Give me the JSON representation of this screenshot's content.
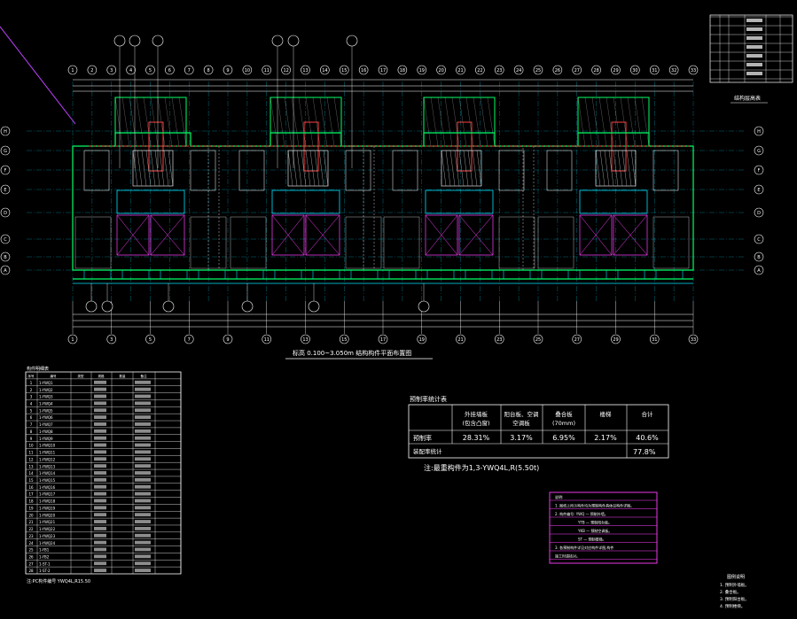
{
  "plan": {
    "caption": "标高 0.100~3.050m 结构构件平面布置图",
    "axis_labels_top": [
      "1",
      "2",
      "3",
      "4",
      "5",
      "6",
      "7",
      "8",
      "9",
      "10",
      "11",
      "12",
      "13",
      "14",
      "15",
      "16",
      "17",
      "18",
      "19",
      "20",
      "21",
      "22",
      "23",
      "24",
      "25",
      "26",
      "27",
      "28",
      "29",
      "30",
      "31",
      "32",
      "33"
    ],
    "axis_labels_bottom": [
      "1",
      "3",
      "5",
      "7",
      "9",
      "11",
      "13",
      "15",
      "17",
      "19",
      "21",
      "23",
      "25",
      "27",
      "29",
      "31",
      "33"
    ],
    "axis_labels_left": [
      "H",
      "G",
      "F",
      "E",
      "D",
      "C",
      "B",
      "A"
    ],
    "axis_labels_right": [
      "H",
      "G",
      "F",
      "E",
      "D",
      "C",
      "B",
      "A"
    ]
  },
  "legend_top_right": {
    "caption": "结构层高表",
    "rows": 7
  },
  "component_table": {
    "header_label": "构件明细表",
    "columns": [
      "序号",
      "编号",
      "类型",
      "规格",
      "数量",
      "备注"
    ],
    "codes": [
      "1-YWQ1",
      "1-YWQ2",
      "1-YWQ3",
      "1-YWQ4",
      "1-YWQ5",
      "1-YWQ6",
      "1-YWQ7",
      "1-YWQ8",
      "1-YWQ9",
      "1-YWQ10",
      "1-YWQ11",
      "1-YWQ12",
      "1-YWQ13",
      "1-YWQ14",
      "1-YWQ15",
      "1-YWQ16",
      "1-YWQ17",
      "1-YWQ18",
      "1-YWQ19",
      "1-YWQ20",
      "1-YWQ21",
      "1-YWQ22",
      "1-YWQ23",
      "1-YWQ24",
      "1-YB1",
      "1-YB2",
      "1-ST-1",
      "1-ST-2"
    ],
    "footer": "注:PC构件编号 YWQ4L,R15.50"
  },
  "ratio_table": {
    "title": "预制率统计表",
    "headers": [
      "外挂墙板\n(包含凸窗)",
      "阳台板、空调\n空调板",
      "叠合板\n(70mm)",
      "楼梯",
      "合计"
    ],
    "row_label": "预制率",
    "values": [
      "28.31%",
      "3.17%",
      "6.95%",
      "2.17%",
      "40.6%"
    ],
    "row2_label": "装配率统计",
    "row2_value": "77.8%",
    "note": "注:最重构件为1,3-YWQ4L,R(5.50t)"
  },
  "notes_box": {
    "lines": [
      "说明:",
      "1. 图纸上所示构件均为预制构件具体见构件详图。",
      "2. 构件编号: YWQ — 预制外墙。",
      "YTB — 预制阳台板。",
      "YKB — 预制空调板。",
      "ST — 预制楼梯。",
      "3. 各预制构件详见对应构件详图,构件",
      "施工时请核对。"
    ]
  },
  "legend_bottom_right": {
    "title": "图例说明",
    "items": [
      "1. 预制外墙板。",
      "2. 叠合板。",
      "3. 预制阳台板。",
      "4. 预制楼梯。"
    ]
  },
  "colors": {
    "background": "#000000",
    "axis": "#00e0ff",
    "wall": "#00ff66",
    "structure": "#ffffff",
    "balcony": "#ff4040",
    "precast": "#ff40ff",
    "dimension": "#ffffff",
    "notes_border": "#ff40ff"
  }
}
